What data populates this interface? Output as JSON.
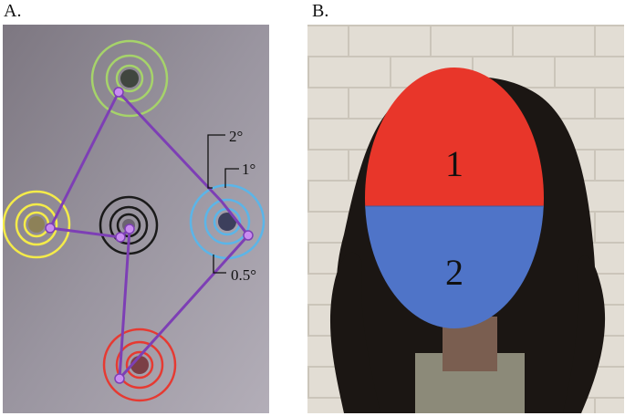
{
  "panels": {
    "a": {
      "label": "A."
    },
    "b": {
      "label": "B."
    }
  },
  "scale": {
    "outer": "2°",
    "middle": "1°",
    "inner": "0.5°"
  },
  "targets": [
    {
      "name": "top",
      "color": "#a6d36a",
      "dot": "#40463f"
    },
    {
      "name": "left",
      "color": "#f4eb49",
      "dot": "#8d8158"
    },
    {
      "name": "center",
      "color": "#1a1a1a",
      "dot": "#6b6470"
    },
    {
      "name": "right",
      "color": "#5bb5e8",
      "dot": "#3c3f5c"
    },
    {
      "name": "bottom",
      "color": "#e63a32",
      "dot": "#7b3f46"
    }
  ],
  "fixation_path_color": "#7d3fb5",
  "regions": {
    "upper": {
      "label": "1",
      "color": "#e8362a"
    },
    "lower": {
      "label": "2",
      "color": "#4f74c8"
    }
  }
}
